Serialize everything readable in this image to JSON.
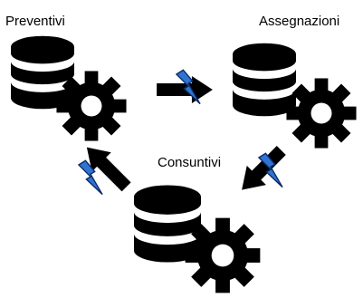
{
  "diagram": {
    "nodes": [
      {
        "id": "preventivi",
        "label": "Preventivi",
        "icon": "database-gear-icon"
      },
      {
        "id": "assegnazioni",
        "label": "Assegnazioni",
        "icon": "database-gear-icon"
      },
      {
        "id": "consuntivi",
        "label": "Consuntivi",
        "icon": "database-gear-icon"
      }
    ],
    "flows": [
      {
        "from": "preventivi",
        "to": "assegnazioni",
        "icon": "lightning-bolt-icon"
      },
      {
        "from": "assegnazioni",
        "to": "consuntivi",
        "icon": "lightning-bolt-icon"
      },
      {
        "from": "consuntivi",
        "to": "preventivi",
        "icon": "lightning-bolt-icon"
      }
    ],
    "colors": {
      "icon": "#000000",
      "bolt_fill": "#2f74d0",
      "bolt_stroke": "#0a2a66",
      "background": "#ffffff"
    }
  }
}
